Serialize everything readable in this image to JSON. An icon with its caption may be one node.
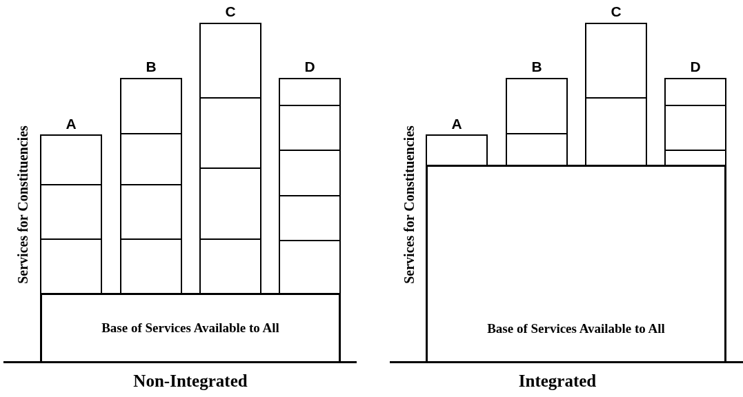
{
  "diagram": {
    "nodes": [
      {
        "text": [],
        "shape": "box"
      },
      {
        "text": [],
        "shape": "box"
      },
      {
        "text": [],
        "shape": "box"
      },
      {
        "text": [],
        "shape": "box"
      },
      {
        "text": [],
        "shape": "box"
      },
      {
        "text": [],
        "shape": "box"
      },
      {
        "text": [],
        "shape": "box"
      },
      {
        "text": [],
        "shape": "box"
      },
      {
        "text": [],
        "shape": "box"
      },
      {
        "text": [],
        "shape": "box"
      },
      {
        "text": [],
        "shape": "box"
      },
      {
        "text": [],
        "shape": "box"
      },
      {
        "text": [],
        "shape": "box"
      },
      {
        "text": [],
        "shape": "box"
      },
      {
        "text": [],
        "shape": "box"
      },
      {
        "text": [],
        "shape": "box"
      },
      {
        "text": [
          "Base of Services Available to All"
        ]
      },
      {
        "text": [],
        "shape": "box"
      },
      {
        "text": [],
        "shape": "box"
      },
      {
        "text": [],
        "shape": "box"
      },
      {
        "text": [],
        "shape": "box"
      },
      {
        "text": [],
        "shape": "box"
      },
      {
        "text": [],
        "shape": "box"
      },
      {
        "text": [],
        "shape": "box"
      },
      {
        "text": [],
        "shape": "box"
      },
      {
        "text": [
          "Base of Services Available to All"
        ]
      }
    ],
    "labels": [
      "Services for Constituencies",
      "A",
      "B",
      "C",
      "D",
      "Services for Constituencies",
      "A",
      "B",
      "C",
      "D",
      "Non-Integrated",
      "Integrated"
    ]
  }
}
